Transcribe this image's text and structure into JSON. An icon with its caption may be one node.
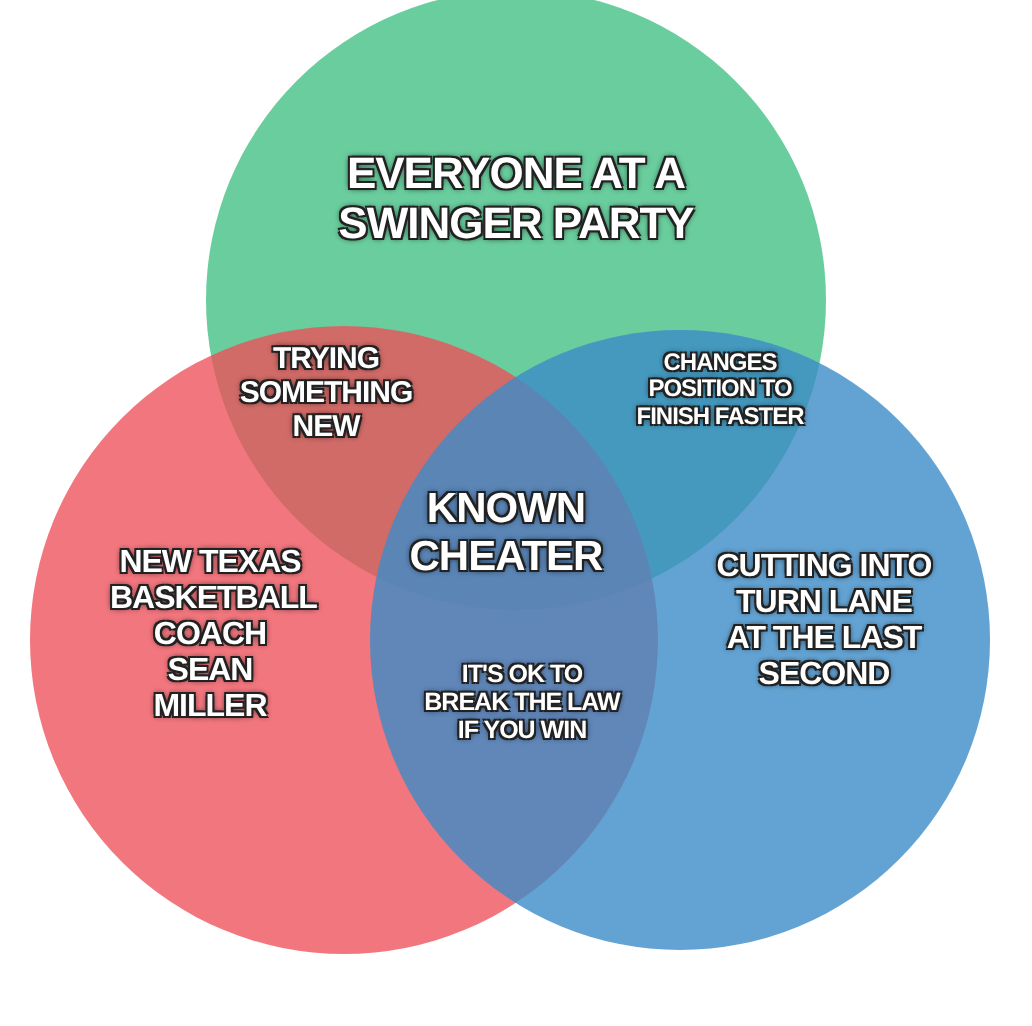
{
  "diagram": {
    "nodes": [
      {
        "text": [
          "EVERYONE AT A SWINGER PARTY"
        ]
      },
      {
        "text": [
          "NEW TEXAS BASKETBALL COACH SEAN MILLER"
        ]
      },
      {
        "text": [
          "CUTTING INTO TURN LANE AT THE LAST SECOND"
        ]
      }
    ],
    "labels": [
      "TRYING SOMETHING NEW",
      "CHANGES POSITION TO FINISH FASTER",
      "KNOWN CHEATER",
      "IT'S OK TO BREAK THE LAW IF YOU WIN"
    ]
  }
}
